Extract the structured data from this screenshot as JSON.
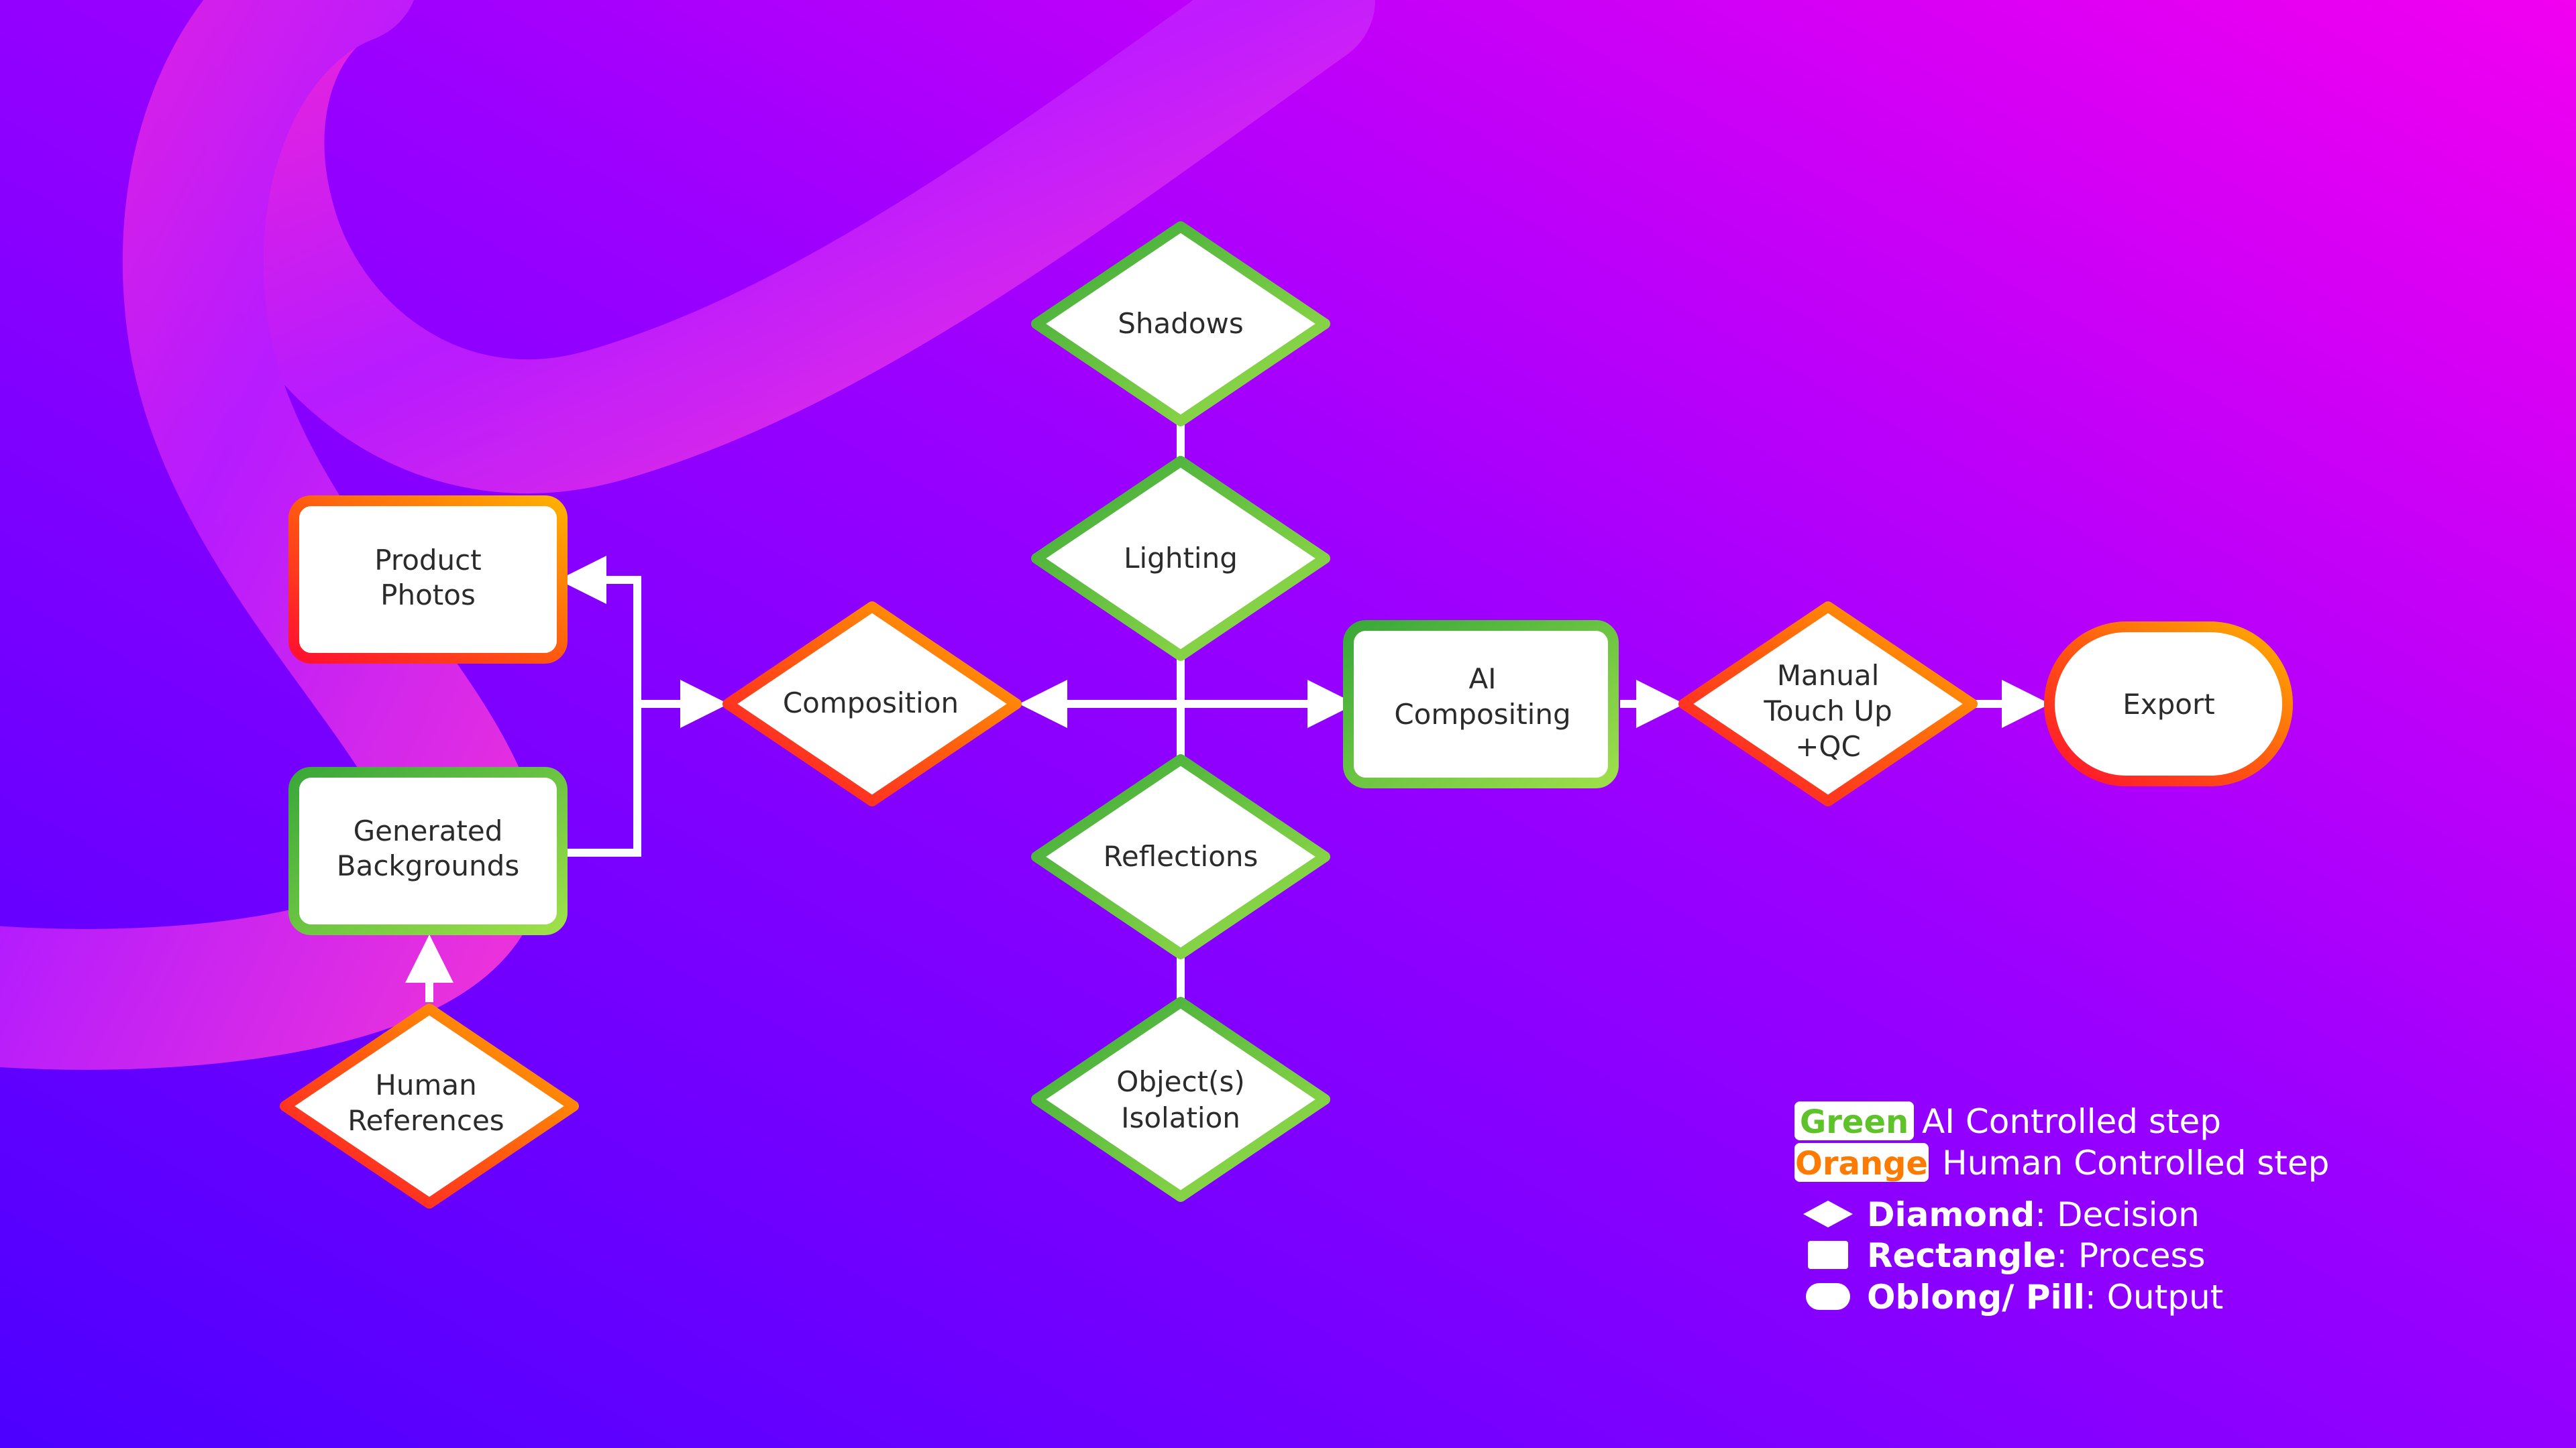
{
  "colors": {
    "ai": "#5ec32a",
    "human": "#ff7a00",
    "human_red": "#ff1a2e",
    "background_start": "#5a00ff",
    "background_end": "#ee00ff",
    "node_fill": "#ffffff",
    "connector": "#ffffff"
  },
  "nodes": {
    "product_photos": {
      "line1": "Product",
      "line2": "Photos",
      "shape": "rectangle",
      "control": "human"
    },
    "generated_backgrounds": {
      "line1": "Generated",
      "line2": "Backgrounds",
      "shape": "rectangle",
      "control": "ai"
    },
    "human_references": {
      "line1": "Human",
      "line2": "References",
      "shape": "diamond",
      "control": "human"
    },
    "composition": {
      "line1": "Composition",
      "shape": "diamond",
      "control": "human"
    },
    "shadows": {
      "line1": "Shadows",
      "shape": "diamond",
      "control": "ai"
    },
    "lighting": {
      "line1": "Lighting",
      "shape": "diamond",
      "control": "ai"
    },
    "reflections": {
      "line1": "Reflections",
      "shape": "diamond",
      "control": "ai"
    },
    "object_isolation": {
      "line1": "Object(s)",
      "line2": "Isolation",
      "shape": "diamond",
      "control": "ai"
    },
    "ai_compositing": {
      "line1": "AI",
      "line2": "Compositing",
      "shape": "rectangle",
      "control": "ai"
    },
    "manual_touch_up": {
      "line1": "Manual",
      "line2": "Touch Up",
      "line3": "+QC",
      "shape": "diamond",
      "control": "human"
    },
    "export": {
      "line1": "Export",
      "shape": "pill",
      "control": "human"
    }
  },
  "legend": {
    "green_label": "Green",
    "green_desc": "AI Controlled step",
    "orange_label": "Orange",
    "orange_desc": "Human Controlled step",
    "diamond_label": "Diamond",
    "diamond_desc": ": Decision",
    "rectangle_label": "Rectangle",
    "rectangle_desc": ": Process",
    "pill_label": "Oblong/ Pill",
    "pill_desc": ": Output"
  }
}
